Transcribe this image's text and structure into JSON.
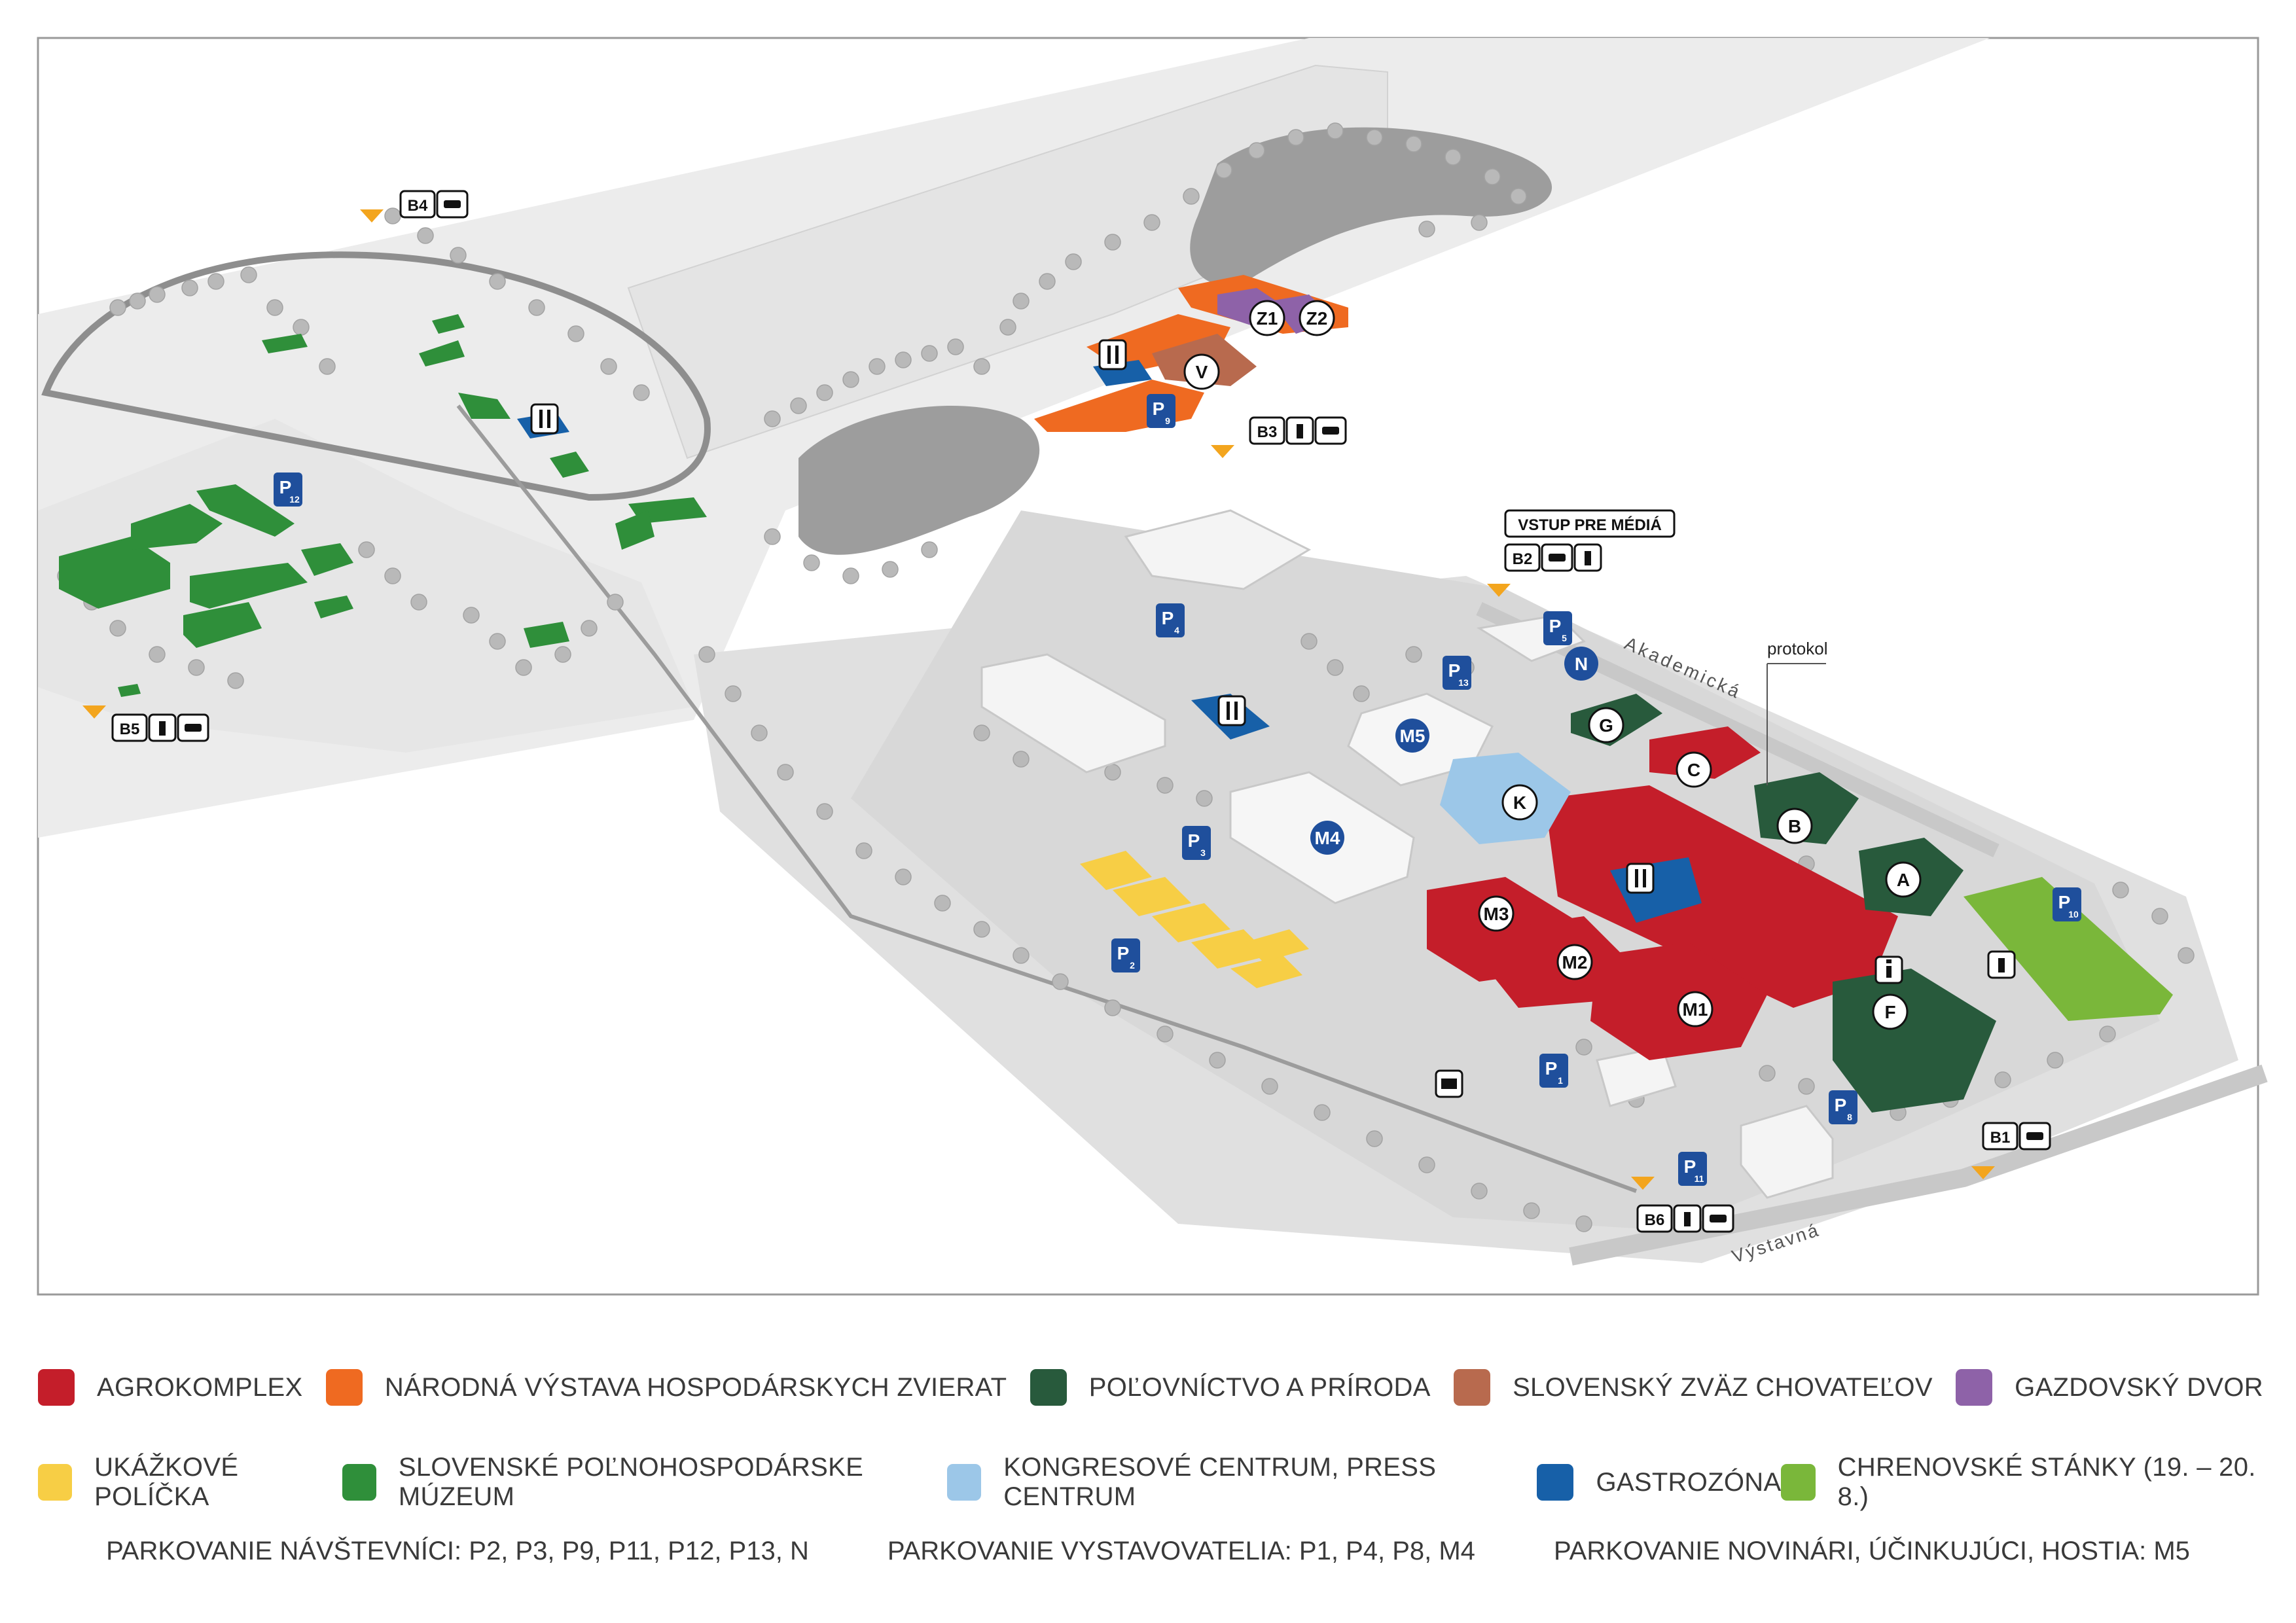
{
  "halls": {
    "Z1": "Z1",
    "Z2": "Z2",
    "V": "V",
    "M5": "M5",
    "N": "N",
    "G": "G",
    "C": "C",
    "B": "B",
    "A": "A",
    "K": "K",
    "M4": "M4",
    "M3": "M3",
    "M2": "M2",
    "M1": "M1",
    "F": "F"
  },
  "parking": {
    "P1": "1",
    "P2": "2",
    "P3": "3",
    "P4": "4",
    "P5": "5",
    "P8": "8",
    "P9": "9",
    "P10": "10",
    "P11": "11",
    "P12": "12",
    "P13": "13",
    "letter": "P"
  },
  "gates": {
    "B1": "B1",
    "B2": "B2",
    "B3": "B3",
    "B4": "B4",
    "B5": "B5",
    "B6": "B6"
  },
  "labels": {
    "media_entrance": "VSTUP PRE MÉDIÁ",
    "protokol": "protokol",
    "street_akademicka": "Akademická",
    "street_vystavna": "Výstavná"
  },
  "legend": [
    {
      "label": "AGROKOMPLEX",
      "color": "#c41e2a"
    },
    {
      "label": "NÁRODNÁ VÝSTAVA HOSPODÁRSKYCH ZVIERAT",
      "color": "#ef6a21"
    },
    {
      "label": "POĽOVNÍCTVO A PRÍRODA",
      "color": "#285a3c"
    },
    {
      "label": "SLOVENSKÝ ZVÄZ CHOVATEĽOV",
      "color": "#b86a4e"
    },
    {
      "label": "GAZDOVSKÝ DVOR",
      "color": "#8e62a8"
    },
    {
      "label": "UKÁŽKOVÉ POLÍČKA",
      "color": "#f7ce45"
    },
    {
      "label": "SLOVENSKÉ POĽNOHOSPODÁRSKE MÚZEUM",
      "color": "#2f8f3a"
    },
    {
      "label": "KONGRESOVÉ CENTRUM, PRESS CENTRUM",
      "color": "#9cc7e8"
    },
    {
      "label": "GASTROZÓNA",
      "color": "#1760a8"
    },
    {
      "label": "CHRENOVSKÉ STÁNKY (19. – 20. 8.)",
      "color": "#7ab73a"
    }
  ],
  "parking_info": {
    "visitors": "PARKOVANIE NÁVŠTEVNÍCI: P2, P3, P9, P11, P12, P13, N",
    "exhibitors": "PARKOVANIE VYSTAVOVATELIA: P1, P4, P8, M4",
    "press": "PARKOVANIE NOVINÁRI, ÚČINKUJÚCI, HOSTIA: M5"
  },
  "icons": {
    "restaurant": "fork-knife-icon",
    "toilet": "person-icon",
    "car": "car-icon",
    "info": "info-icon",
    "train": "train-icon"
  },
  "colors": {
    "map_base": "#e9e9e9",
    "map_light": "#f4f4f4",
    "road": "#cfcfcf",
    "tree": "#b7b7b7",
    "parking_blue": "#1f4f9c"
  }
}
